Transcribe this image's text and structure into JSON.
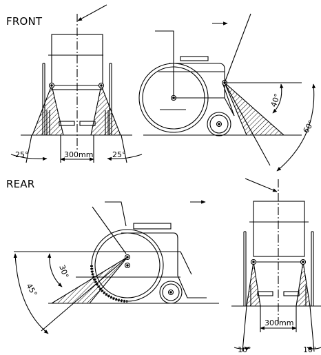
{
  "labels": {
    "front": "FRONT",
    "rear": "REAR"
  },
  "dimensions": {
    "front_left_angle": "25°",
    "front_right_angle": "25°",
    "front_width": "300mm",
    "side_top_upper_angle": "40°",
    "side_top_lower_angle": "60°",
    "side_bottom_upper_angle": "30°",
    "side_bottom_lower_angle": "45°",
    "rear_width": "300mm",
    "rear_left_angle": "10°",
    "rear_right_angle": "10°"
  },
  "colors": {
    "stroke": "#000000",
    "background": "#ffffff"
  }
}
